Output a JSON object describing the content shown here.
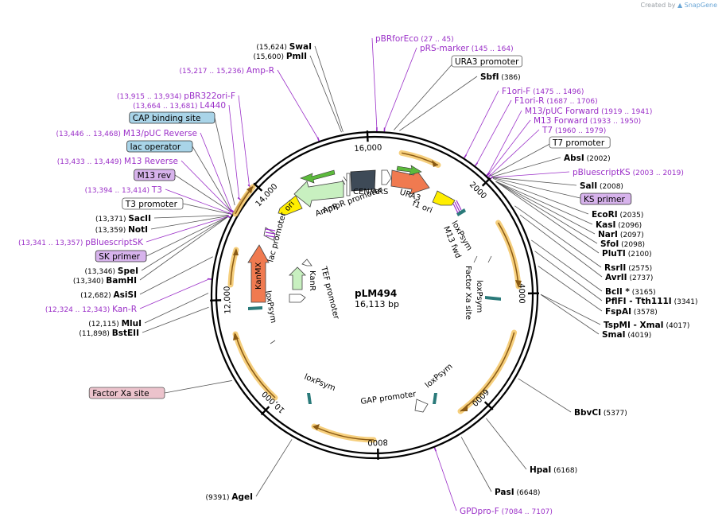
{
  "credit": {
    "prefix": "Created by",
    "brand": "SnapGene"
  },
  "plasmid": {
    "name": "pLM494",
    "length_label": "16,113 bp",
    "length_bp": 16113
  },
  "colors": {
    "primer": "#9b30c8",
    "site": "#000000",
    "backbone": "#000000",
    "feature_orange": "#f07a50",
    "feature_green_light": "#c8f0c0",
    "feature_green": "#5cba3c",
    "feature_yellow": "#ffee00",
    "feature_dark": "#3e4a57",
    "feature_teal": "#2a7a7a",
    "orf_glow": "#f5c766",
    "orf_arrow": "#8a5a14"
  },
  "ticks": [
    {
      "bp": 2000,
      "label": "2000"
    },
    {
      "bp": 4000,
      "label": "4000"
    },
    {
      "bp": 6000,
      "label": "6000"
    },
    {
      "bp": 8000,
      "label": "8000"
    },
    {
      "bp": 10000,
      "label": "10,000"
    },
    {
      "bp": 12000,
      "label": "12,000"
    },
    {
      "bp": 14000,
      "label": "14,000"
    },
    {
      "bp": 16000,
      "label": "16,000"
    }
  ],
  "labels": [
    {
      "id": "swai",
      "kind": "site",
      "name": "SwaI",
      "coord": "(15,624)",
      "bp": 15624
    },
    {
      "id": "pmli",
      "kind": "site",
      "name": "PmlI",
      "coord": "(15,600)",
      "bp": 15600
    },
    {
      "id": "amp-r",
      "kind": "primer",
      "name": "Amp-R",
      "coord": "(15,217 .. 15,236)",
      "bp": 15226
    },
    {
      "id": "pbr322ori-f",
      "kind": "primer",
      "name": "pBR322ori-F",
      "coord": "(13,915 .. 13,934)",
      "bp": 13924
    },
    {
      "id": "l4440",
      "kind": "primer",
      "name": "L4440",
      "coord": "(13,664 .. 13,681)",
      "bp": 13672
    },
    {
      "id": "cap-binding-site",
      "kind": "feature",
      "name": "CAP binding site",
      "coord": "",
      "bp": 13550,
      "box": "blue"
    },
    {
      "id": "m13-puc-reverse",
      "kind": "primer",
      "name": "M13/pUC Reverse",
      "coord": "(13,446 .. 13,468)",
      "bp": 13457
    },
    {
      "id": "lac-operator",
      "kind": "feature",
      "name": "lac operator",
      "coord": "",
      "bp": 13440,
      "box": "blue"
    },
    {
      "id": "m13-reverse",
      "kind": "primer",
      "name": "M13 Reverse",
      "coord": "(13,433 .. 13,449)",
      "bp": 13441
    },
    {
      "id": "m13-rev",
      "kind": "feature",
      "name": "M13 rev",
      "coord": "",
      "bp": 13430,
      "box": "purple"
    },
    {
      "id": "t3",
      "kind": "primer",
      "name": "T3",
      "coord": "(13,394 .. 13,414)",
      "bp": 13404
    },
    {
      "id": "t3-promoter",
      "kind": "feature",
      "name": "T3 promoter",
      "coord": "",
      "bp": 13395,
      "box": "white"
    },
    {
      "id": "sacii",
      "kind": "site",
      "name": "SacII",
      "coord": "(13,371)",
      "bp": 13371
    },
    {
      "id": "noti",
      "kind": "site",
      "name": "NotI",
      "coord": "(13,359)",
      "bp": 13359
    },
    {
      "id": "pbluescriptsk",
      "kind": "primer",
      "name": "pBluescriptSK",
      "coord": "(13,341 .. 13,357)",
      "bp": 13349
    },
    {
      "id": "sk-primer",
      "kind": "feature",
      "name": "SK primer",
      "coord": "",
      "bp": 13345,
      "box": "purple"
    },
    {
      "id": "spei",
      "kind": "site",
      "name": "SpeI",
      "coord": "(13,346)",
      "bp": 13346
    },
    {
      "id": "bamhi",
      "kind": "site",
      "name": "BamHI",
      "coord": "(13,340)",
      "bp": 13340
    },
    {
      "id": "asisi",
      "kind": "site",
      "name": "AsiSI",
      "coord": "(12,682)",
      "bp": 12682
    },
    {
      "id": "kan-r",
      "kind": "primer",
      "name": "Kan-R",
      "coord": "(12,324 .. 12,343)",
      "bp": 12333
    },
    {
      "id": "mlui",
      "kind": "site",
      "name": "MluI",
      "coord": "(12,115)",
      "bp": 12115
    },
    {
      "id": "bsteii",
      "kind": "site",
      "name": "BstEII",
      "coord": "(11,898)",
      "bp": 11898
    },
    {
      "id": "factor-xa-site-left",
      "kind": "feature",
      "name": "Factor Xa site",
      "coord": "",
      "bp": 10700,
      "box": "pink"
    },
    {
      "id": "agei",
      "kind": "site",
      "name": "AgeI",
      "coord": "(9391)",
      "bp": 9391
    },
    {
      "id": "gpdpro-f",
      "kind": "primer",
      "name": "GPDpro-F",
      "coord": "(7084 .. 7107)",
      "bp": 7095
    },
    {
      "id": "pasi",
      "kind": "site",
      "name": "PasI",
      "coord": "(6648)",
      "bp": 6648
    },
    {
      "id": "hpai",
      "kind": "site",
      "name": "HpaI",
      "coord": "(6168)",
      "bp": 6168
    },
    {
      "id": "bbvci",
      "kind": "site",
      "name": "BbvCI",
      "coord": "(5377)",
      "bp": 5377
    },
    {
      "id": "pbrforeco",
      "kind": "primer",
      "name": "pBRforEco",
      "coord": "(27 .. 45)",
      "bp": 36
    },
    {
      "id": "prs-marker",
      "kind": "primer",
      "name": "pRS-marker",
      "coord": "(145 .. 164)",
      "bp": 154
    },
    {
      "id": "ura3-promoter",
      "kind": "feature",
      "name": "URA3 promoter",
      "coord": "",
      "bp": 300,
      "box": "white"
    },
    {
      "id": "sbfi",
      "kind": "site",
      "name": "SbfI",
      "coord": "(386)",
      "bp": 386
    },
    {
      "id": "f1ori-f",
      "kind": "primer",
      "name": "F1ori-F",
      "coord": "(1475 .. 1496)",
      "bp": 1485
    },
    {
      "id": "f1ori-r",
      "kind": "primer",
      "name": "F1ori-R",
      "coord": "(1687 .. 1706)",
      "bp": 1696
    },
    {
      "id": "m13-puc-forward",
      "kind": "primer",
      "name": "M13/pUC Forward",
      "coord": "(1919 .. 1941)",
      "bp": 1930
    },
    {
      "id": "m13-forward",
      "kind": "primer",
      "name": "M13 Forward",
      "coord": "(1933 .. 1950)",
      "bp": 1941
    },
    {
      "id": "t7",
      "kind": "primer",
      "name": "T7",
      "coord": "(1960 .. 1979)",
      "bp": 1969
    },
    {
      "id": "t7-promoter",
      "kind": "feature",
      "name": "T7 promoter",
      "coord": "",
      "bp": 1980,
      "box": "white"
    },
    {
      "id": "absi",
      "kind": "site",
      "name": "AbsI",
      "coord": "(2002)",
      "bp": 2002
    },
    {
      "id": "pbluescriptks",
      "kind": "primer",
      "name": "pBluescriptKS",
      "coord": "(2003 .. 2019)",
      "bp": 2011
    },
    {
      "id": "sali",
      "kind": "site",
      "name": "SalI",
      "coord": "(2008)",
      "bp": 2008
    },
    {
      "id": "ks-primer",
      "kind": "feature",
      "name": "KS primer",
      "coord": "",
      "bp": 2015,
      "box": "purple"
    },
    {
      "id": "ecori",
      "kind": "site",
      "name": "EcoRI",
      "coord": "(2035)",
      "bp": 2035
    },
    {
      "id": "kasi",
      "kind": "site",
      "name": "KasI",
      "coord": "(2096)",
      "bp": 2096
    },
    {
      "id": "nari",
      "kind": "site",
      "name": "NarI",
      "coord": "(2097)",
      "bp": 2097
    },
    {
      "id": "sfoi",
      "kind": "site",
      "name": "SfoI",
      "coord": "(2098)",
      "bp": 2098
    },
    {
      "id": "plu-ti",
      "kind": "site",
      "name": "PluTI",
      "coord": "(2100)",
      "bp": 2100
    },
    {
      "id": "rsrii",
      "kind": "site",
      "name": "RsrII",
      "coord": "(2575)",
      "bp": 2575
    },
    {
      "id": "avrii",
      "kind": "site",
      "name": "AvrII",
      "coord": "(2737)",
      "bp": 2737
    },
    {
      "id": "bcli",
      "kind": "site",
      "name": "BclI *",
      "coord": "(3165)",
      "bp": 3165
    },
    {
      "id": "pflfi-tth111i",
      "kind": "site",
      "name": "PflFI - Tth111I",
      "coord": "(3341)",
      "bp": 3341
    },
    {
      "id": "fspai",
      "kind": "site",
      "name": "FspAI",
      "coord": "(3578)",
      "bp": 3578
    },
    {
      "id": "tspmi-xmai",
      "kind": "site",
      "name": "TspMI - XmaI",
      "coord": "(4017)",
      "bp": 4017
    },
    {
      "id": "smai",
      "kind": "site",
      "name": "SmaI",
      "coord": "(4019)",
      "bp": 4019
    }
  ],
  "inner_labels": [
    {
      "id": "amp-promoter",
      "text": "AmpR promoter"
    },
    {
      "id": "ampr",
      "text": "AmpR"
    },
    {
      "id": "cen-ars",
      "text": "CEN/ARS"
    },
    {
      "id": "ura3",
      "text": "URA3"
    },
    {
      "id": "f1-ori",
      "text": "f1 ori"
    },
    {
      "id": "ori",
      "text": "ori"
    },
    {
      "id": "lac-promoter",
      "text": "lac promoter"
    },
    {
      "id": "loxpsym-1",
      "text": "loxPsym"
    },
    {
      "id": "m13-fwd",
      "text": "M13 fwd"
    },
    {
      "id": "factor-xa-site-inner",
      "text": "Factor Xa site"
    },
    {
      "id": "loxpsym-2",
      "text": "loxPsym"
    },
    {
      "id": "kanmx",
      "text": "KanMX"
    },
    {
      "id": "kanr",
      "text": "KanR"
    },
    {
      "id": "tef-promoter",
      "text": "TEF promoter"
    },
    {
      "id": "loxpsym-3",
      "text": "loxPsym"
    },
    {
      "id": "loxpsym-4",
      "text": "loxPsym"
    },
    {
      "id": "gap-promoter",
      "text": "GAP promoter"
    },
    {
      "id": "loxpsym-5",
      "text": "loxPsym"
    }
  ]
}
